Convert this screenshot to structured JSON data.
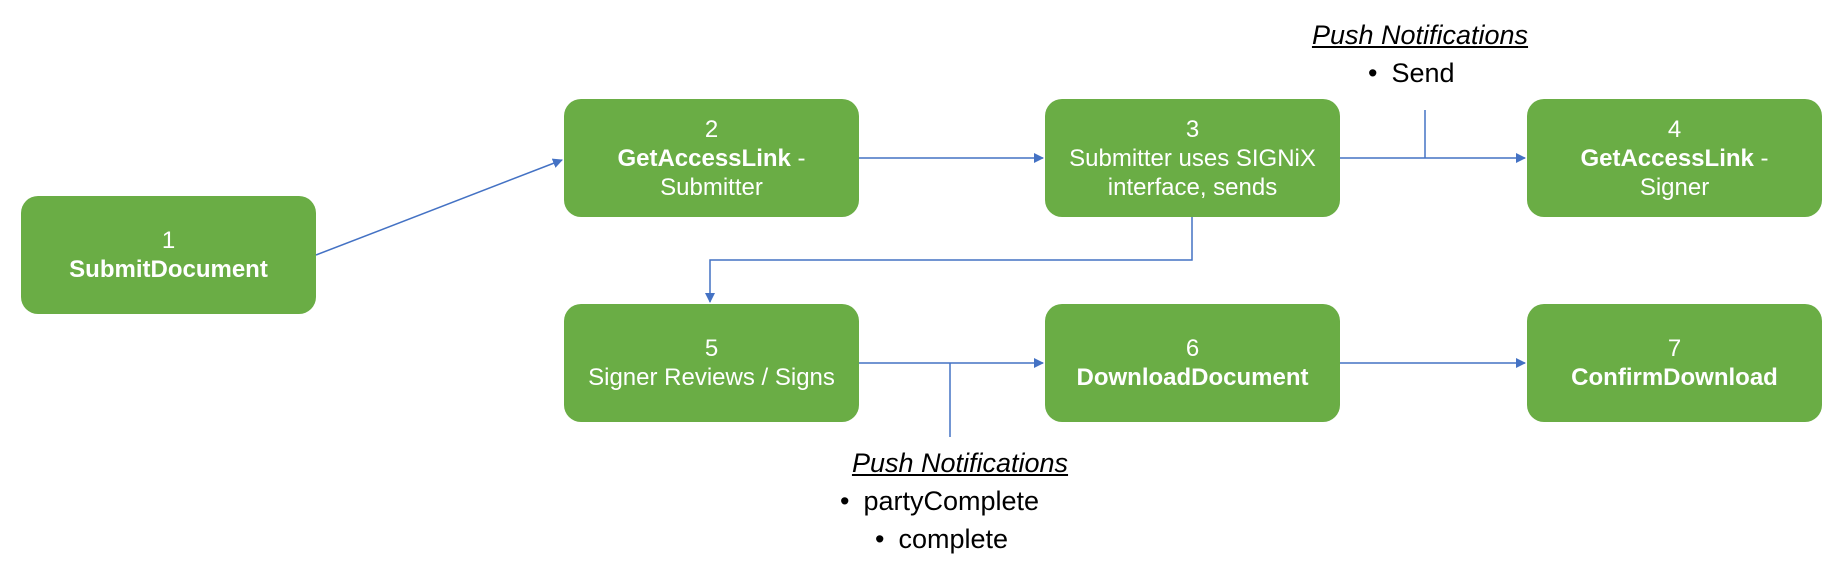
{
  "nodes": [
    {
      "number": "1",
      "title": "SubmitDocument",
      "suffix": "",
      "subtitle": ""
    },
    {
      "number": "2",
      "title": "GetAccessLink",
      "suffix": " -",
      "subtitle": "Submitter"
    },
    {
      "number": "3",
      "title": "",
      "suffix": "",
      "subtitle": "Submitter uses SIGNiX interface, sends"
    },
    {
      "number": "4",
      "title": "GetAccessLink",
      "suffix": " -",
      "subtitle": "Signer"
    },
    {
      "number": "5",
      "title": "",
      "suffix": "",
      "subtitle": "Signer Reviews / Signs"
    },
    {
      "number": "6",
      "title": "DownloadDocument",
      "suffix": "",
      "subtitle": ""
    },
    {
      "number": "7",
      "title": "ConfirmDownload",
      "suffix": "",
      "subtitle": ""
    }
  ],
  "notes": {
    "top": {
      "heading": "Push Notifications",
      "items": [
        "Send"
      ]
    },
    "bottom": {
      "heading": "Push Notifications",
      "items": [
        "partyComplete",
        "complete"
      ]
    }
  },
  "colors": {
    "node_fill": "#6aad45",
    "node_text": "#ffffff",
    "connector": "#4472c4",
    "note_text": "#000000"
  }
}
